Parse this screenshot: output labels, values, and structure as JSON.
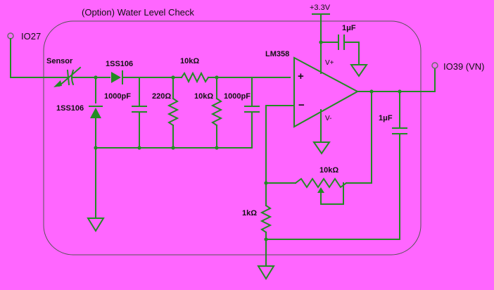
{
  "title": "(Option) Water Level Check",
  "pins": {
    "io27": "IO27",
    "io39": "IO39 (VN)",
    "vcc": "+3.3V"
  },
  "components": {
    "sensor": "Sensor",
    "diode_series": "1SS106",
    "diode_shunt": "1SS106",
    "cap_1000pf_a": "1000pF",
    "res_220": "220Ω",
    "res_10k_series": "10kΩ",
    "res_10k_shunt": "10kΩ",
    "cap_1000pf_b": "1000pF",
    "opamp": "LM358",
    "cap_1uf_supply": "1μF",
    "cap_1uf_out": "1μF",
    "pot_10k": "10kΩ",
    "res_1k": "1kΩ",
    "vplus": "V+",
    "vminus": "V-",
    "plus_sign": "+",
    "minus_sign": "−"
  },
  "colors": {
    "background": "#ff66ff",
    "wire": "#228b22",
    "frame": "#555555"
  }
}
